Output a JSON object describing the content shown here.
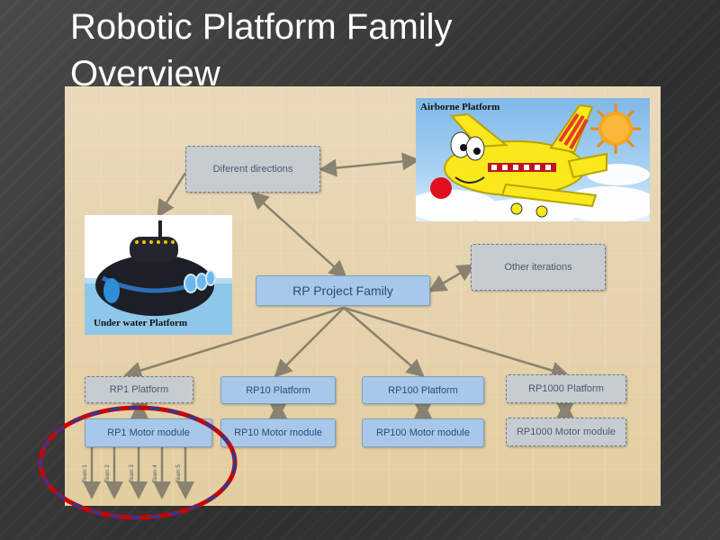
{
  "slide": {
    "title": "Robotic Platform Family Overview"
  },
  "diagram": {
    "different_directions": "Diferent directions",
    "project_family": "RP Project Family",
    "other_iterations": "Other iterations",
    "airborne_platform": "Airborne Platform",
    "underwater_platform": "Under water Platform",
    "platforms": [
      {
        "name": "RP1 Platform",
        "module": "RP1 Motor module"
      },
      {
        "name": "RP10 Platform",
        "module": "RP10 Motor module"
      },
      {
        "name": "RP100 Platform",
        "module": "RP100 Motor module"
      },
      {
        "name": "RP1000 Platform",
        "module": "RP1000 Motor module"
      }
    ],
    "teams": [
      "Team 1",
      "Team 2",
      "Team 3",
      "Team 4",
      "Team 5"
    ]
  },
  "colors": {
    "slide_background": "#3a3a3a",
    "canvas": "#e6d3ae",
    "blue_box": "#a8c8ea",
    "gray_box": "#c7ccd1",
    "highlight_ellipse": "#cc0000",
    "highlight_ellipse_dash": "#1a3fa8"
  }
}
